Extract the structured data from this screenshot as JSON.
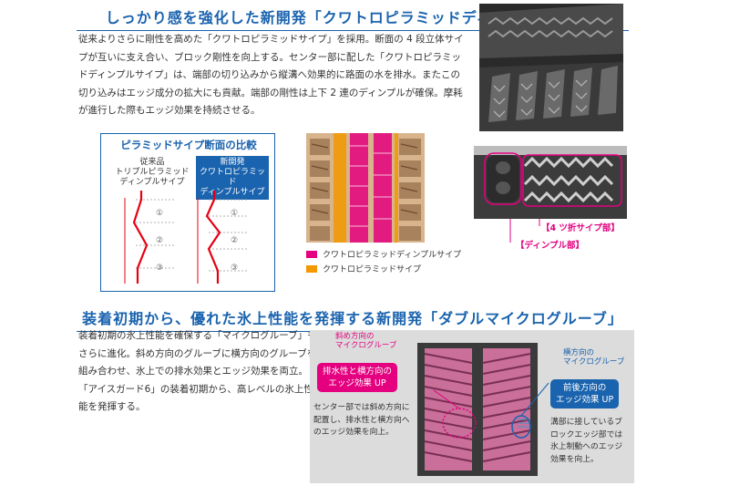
{
  "section1": {
    "heading": "しっかり感を強化した新開発「クワトロピラミッドディンプルサイプ」",
    "body": "従来よりさらに剛性を高めた「クワトロピラミッドサイプ」を採用。断面の 4 段立体サイプが互いに支え合い、ブロック剛性を向上する。センター部に配した「クワトロピラミッドディンプルサイプ」は、端部の切り込みから縦溝へ効果的に路面の水を排水。またこの切り込みはエッジ成分の拡大にも貢献。端部の剛性は上下 2 連のディンプルが確保。摩耗が進行した際もエッジ効果を持続させる。"
  },
  "comparison": {
    "title": "ピラミッドサイプ断面の比較",
    "old_label": "従来品\nトリプルピラミッド\nディンプルサイプ",
    "new_label": "新開発\nクワトロピラミッド\nディンプルサイプ",
    "markers": [
      "①",
      "②",
      "③"
    ]
  },
  "legend": {
    "item1": "クワトロピラミッドディンプルサイプ",
    "item2": "クワトロピラミッドサイプ",
    "color1": "#e4007f",
    "color2": "#f39800"
  },
  "callouts": {
    "four_fold": "【4 ツ折サイプ部】",
    "dimple": "【ディンプル部】"
  },
  "section2": {
    "heading": "装着初期から、優れた氷上性能を発揮する新開発「ダブルマイクログルーブ」",
    "body": "装着初期の氷上性能を確保する「マイクログルーブ」もさらに進化。斜め方向のグルーブに横方向のグルーブを組み合わせ、氷上での排水効果とエッジ効果を両立。「アイスガード6」の装着初期から、高レベルの氷上性能を発揮する。"
  },
  "panel": {
    "diag_label": "斜め方向の\nマイクログルーブ",
    "diag_pill": "排水性と横方向の\nエッジ効果 UP",
    "diag_desc": "センター部では斜め方向に配置し、排水性と横方向へのエッジ効果を向上。",
    "lat_label": "横方向の\nマイクログルーブ",
    "lat_pill": "前後方向の\nエッジ効果 UP",
    "lat_desc": "溝部に接しているブロックエッジ部では氷上制動へのエッジ効果を向上。"
  }
}
